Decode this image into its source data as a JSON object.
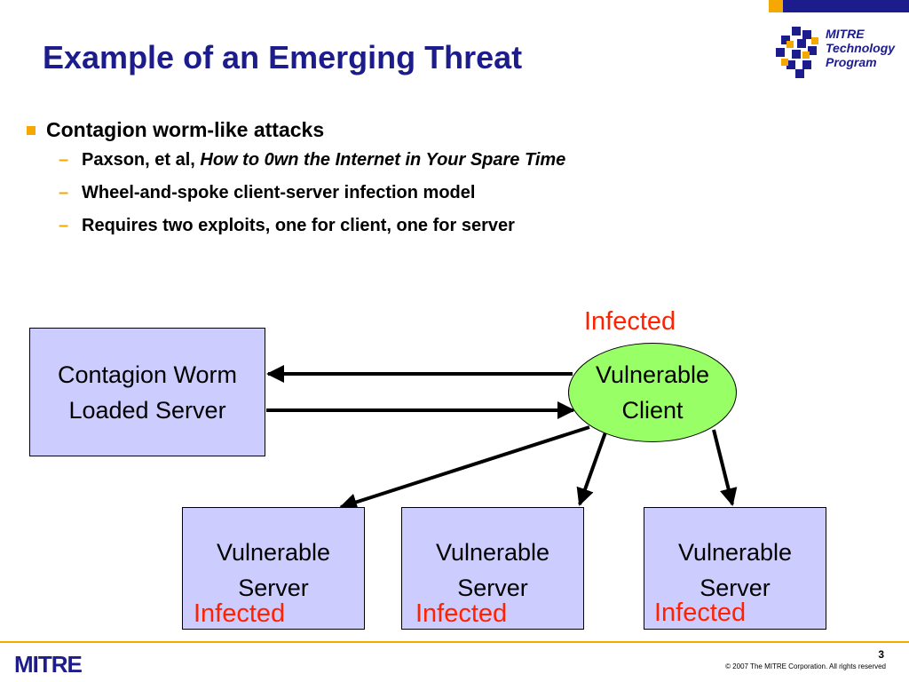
{
  "slide": {
    "title": "Example of an Emerging Threat",
    "page_number": "3",
    "copyright": "© 2007 The MITRE Corporation. All rights reserved"
  },
  "logo": {
    "lines": [
      "MITRE",
      "Technology",
      "Program"
    ],
    "footer_wordmark": "MITRE"
  },
  "bullets": {
    "main": "Contagion worm-like attacks",
    "sub": [
      {
        "prefix": "Paxson, et al, ",
        "emphasis": "How to 0wn the Internet in Your Spare Time"
      },
      {
        "prefix": "Wheel-and-spoke client-server infection model",
        "emphasis": ""
      },
      {
        "prefix": "Requires two exploits, one for client, one for server",
        "emphasis": ""
      }
    ]
  },
  "diagram": {
    "worm_server": [
      "Contagion Worm",
      "Loaded Server"
    ],
    "client": [
      "Vulnerable",
      "Client"
    ],
    "client_status": "Infected",
    "servers": [
      {
        "lines": [
          "Vulnerable",
          "Server"
        ],
        "status": "Infected"
      },
      {
        "lines": [
          "Vulnerable",
          "Server"
        ],
        "status": "Infected"
      },
      {
        "lines": [
          "Vulnerable",
          "Server"
        ],
        "status": "Infected"
      }
    ]
  },
  "colors": {
    "title": "#1c1c8c",
    "accent": "#f5a800",
    "box_fill": "#ccccff",
    "client_fill": "#99ff66",
    "infected": "#ff2200"
  }
}
